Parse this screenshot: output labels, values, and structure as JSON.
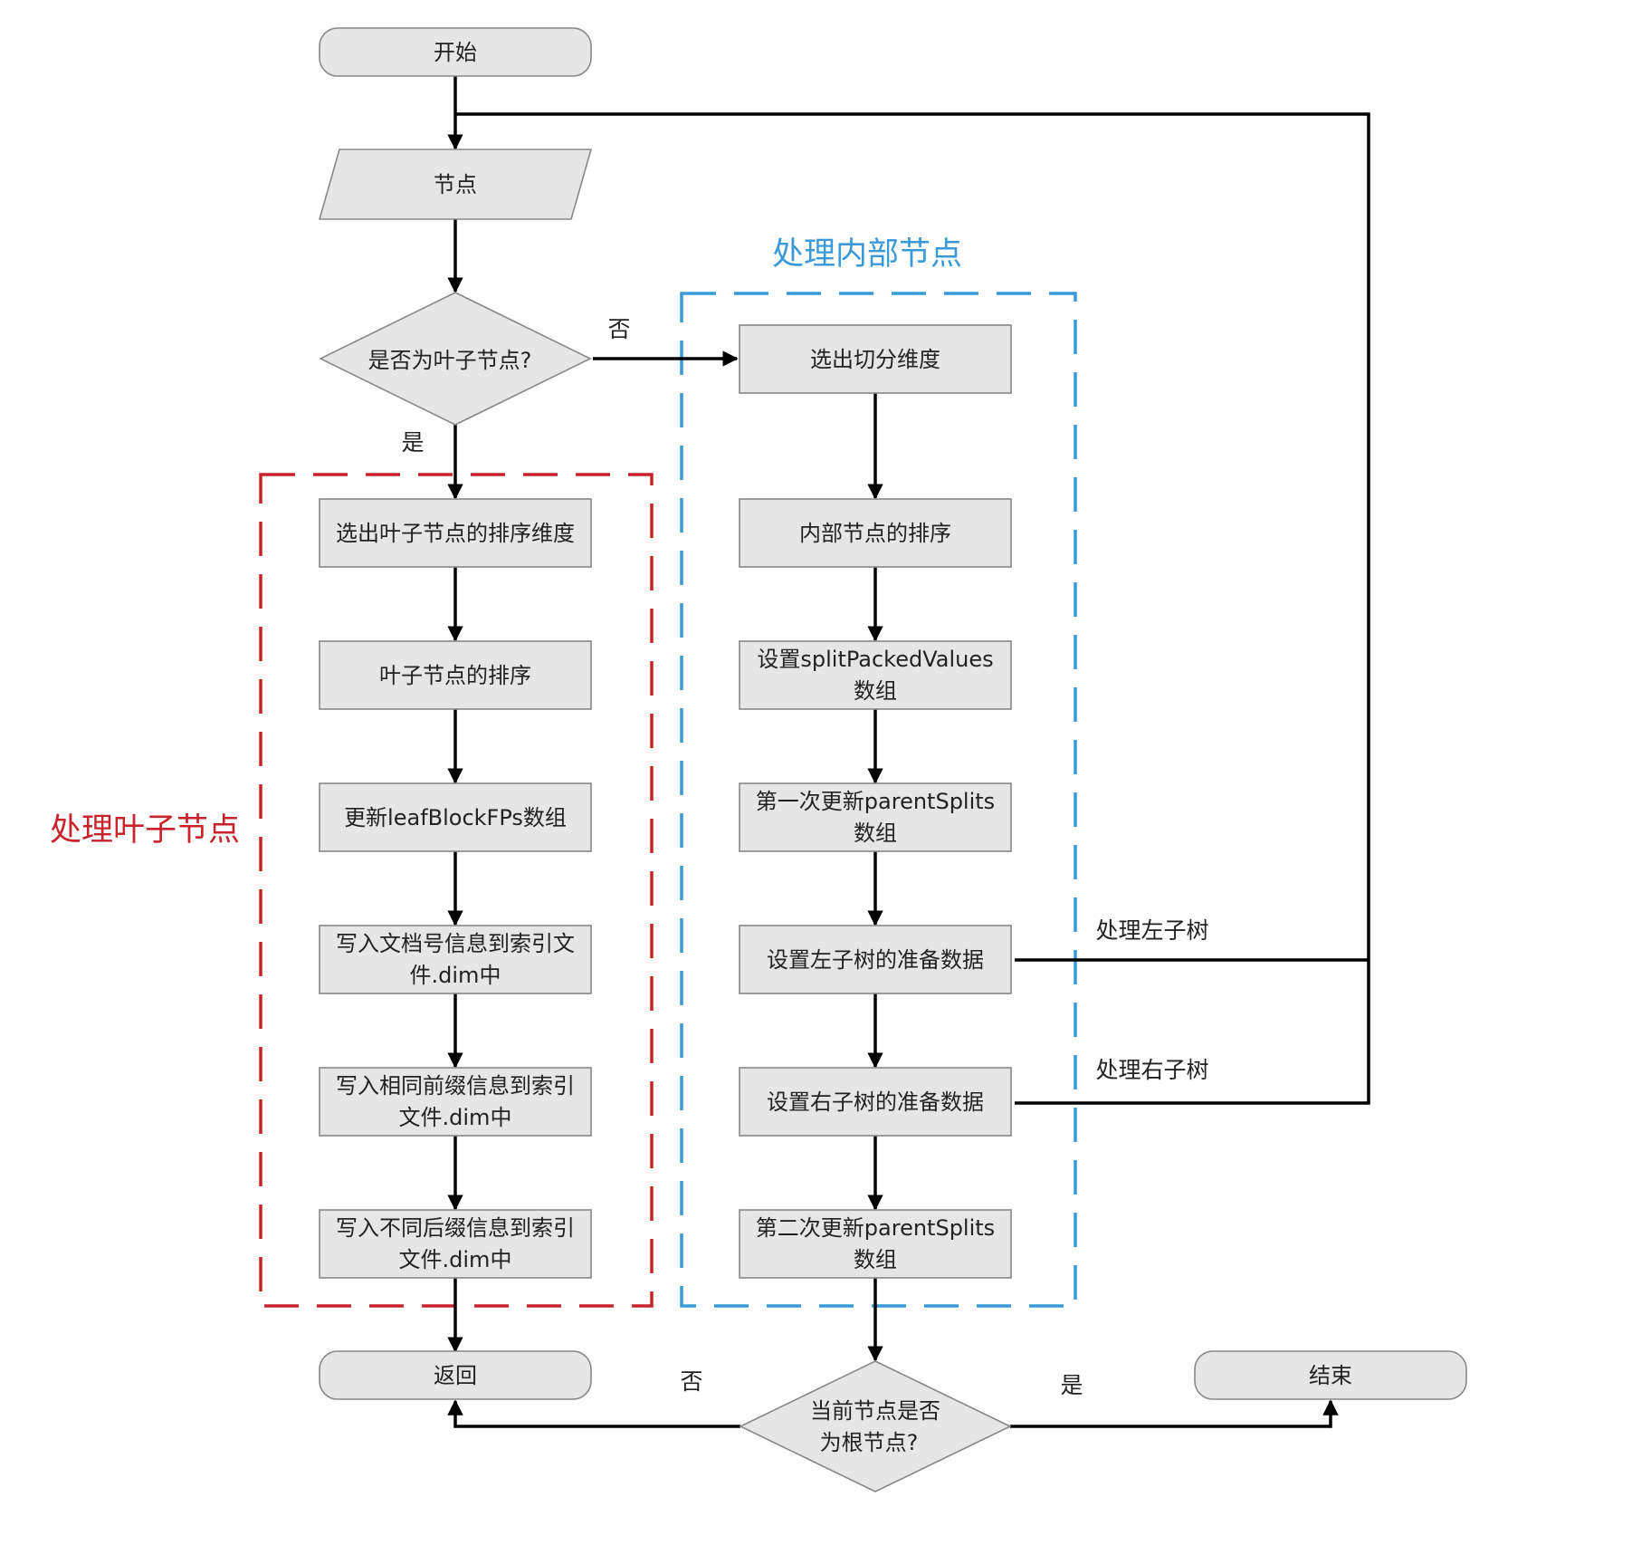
{
  "colors": {
    "node_fill": "#e6e6e6",
    "node_stroke": "#888888",
    "edge": "#000000",
    "leaf_group": "#c8232c",
    "internal_group": "#3a9ad9"
  },
  "groups": {
    "leaf": {
      "title": "处理叶子节点"
    },
    "internal": {
      "title": "处理内部节点"
    }
  },
  "nodes": {
    "start": "开始",
    "node": "节点",
    "is_leaf": "是否为叶子节点?",
    "leaf_select_dim": "选出叶子节点的排序维度",
    "leaf_sort": "叶子节点的排序",
    "update_fps": "更新leafBlockFPs数组",
    "write_doc_ids": [
      "写入文档号信息到索引文",
      "件.dim中"
    ],
    "write_common_prefix": [
      "写入相同前缀信息到索引",
      "文件.dim中"
    ],
    "write_suffix": [
      "写入不同后缀信息到索引",
      "文件.dim中"
    ],
    "return": "返回",
    "select_split_dim": "选出切分维度",
    "internal_sort": "内部节点的排序",
    "set_split_values": [
      "设置splitPackedValues",
      "数组"
    ],
    "update_parent_1": [
      "第一次更新parentSplits",
      "数组"
    ],
    "prepare_left": "设置左子树的准备数据",
    "prepare_right": "设置右子树的准备数据",
    "update_parent_2": [
      "第二次更新parentSplits",
      "数组"
    ],
    "is_root": [
      "当前节点是否",
      "为根节点?"
    ],
    "end": "结束"
  },
  "edge_labels": {
    "no_to_internal": "否",
    "yes_to_leaf": "是",
    "process_left": "处理左子树",
    "process_right": "处理右子树",
    "no_to_return": "否",
    "yes_to_end": "是"
  }
}
